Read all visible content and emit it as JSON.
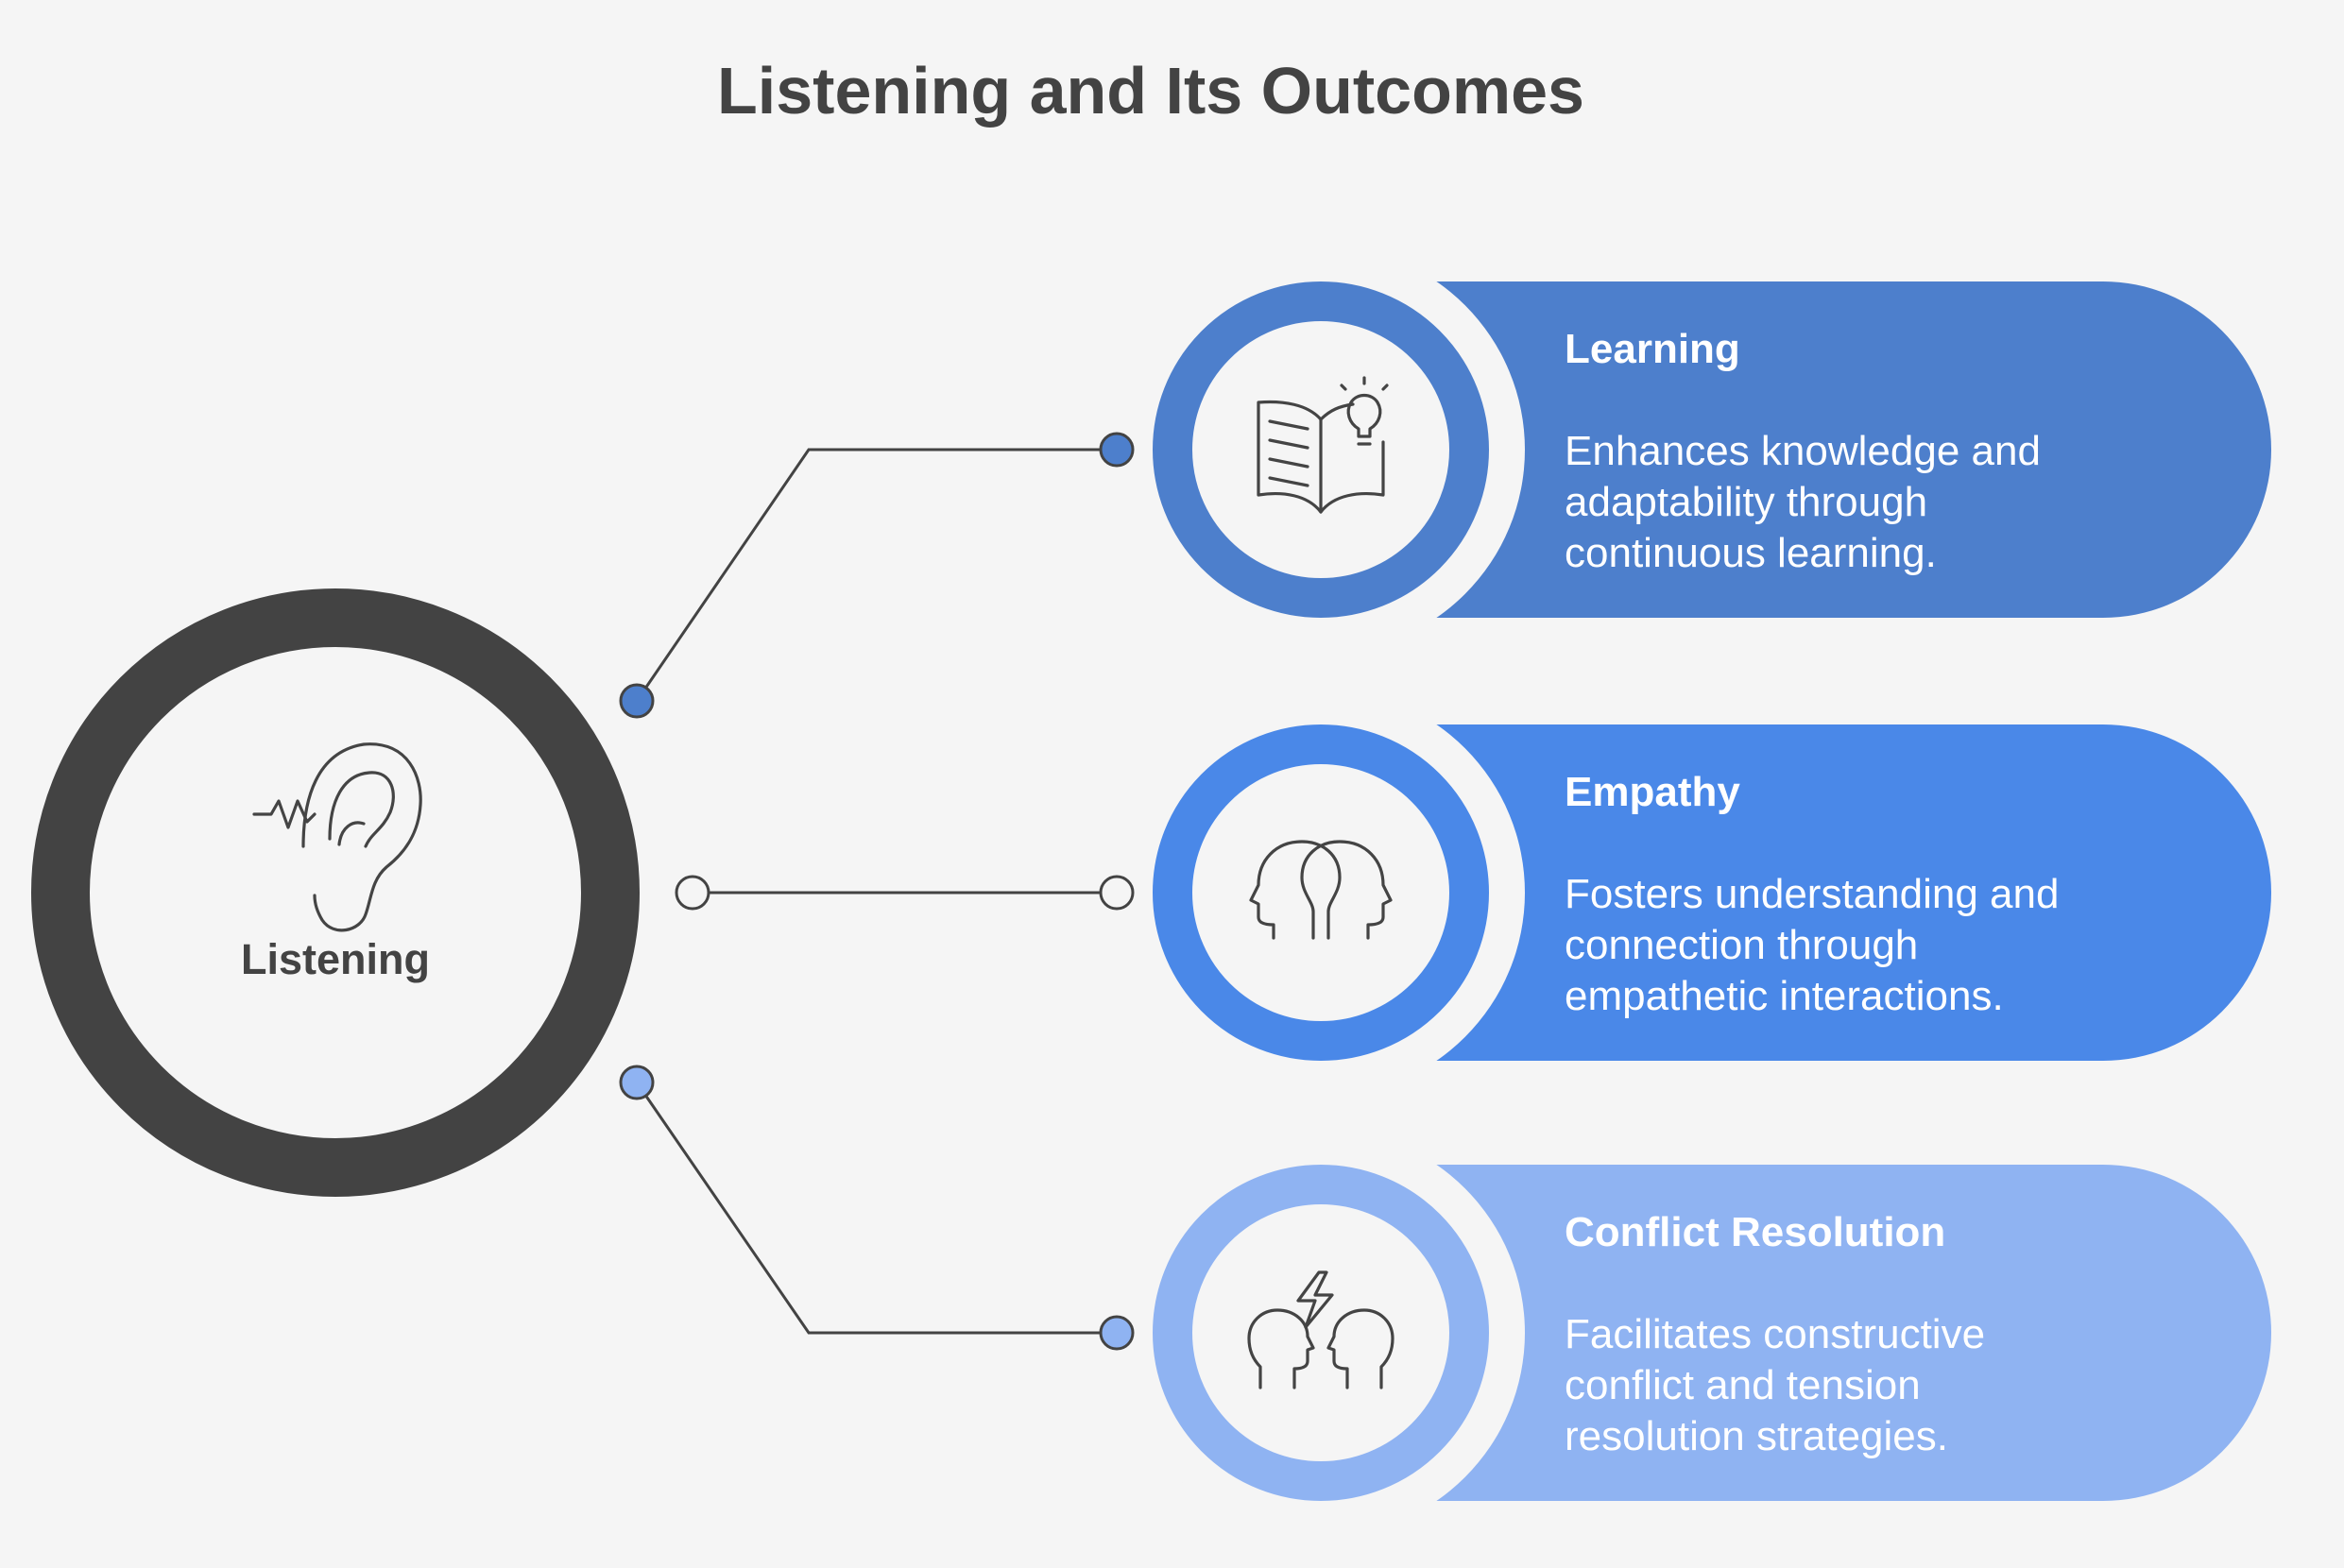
{
  "title": "Listening and Its Outcomes",
  "center": {
    "label": "Listening",
    "icon": "ear-icon",
    "ring_color": "#434343"
  },
  "outcomes": [
    {
      "title": "Learning",
      "description_lines": [
        "Enhances knowledge and",
        "adaptability through",
        "continuous learning."
      ],
      "icon": "book-lightbulb-icon",
      "color": "#4d7fcc",
      "dot_color": "#4d7fcc"
    },
    {
      "title": "Empathy",
      "description_lines": [
        "Fosters understanding and",
        "connection through",
        "empathetic interactions."
      ],
      "icon": "two-heads-icon",
      "color": "#4a88e8",
      "dot_color": "#f5f5f5"
    },
    {
      "title": "Conflict Resolution",
      "description_lines": [
        "Facilitates constructive",
        "conflict and tension",
        "resolution strategies."
      ],
      "icon": "conflict-heads-icon",
      "color": "#8fb3f2",
      "dot_color": "#8fb3f2"
    }
  ]
}
